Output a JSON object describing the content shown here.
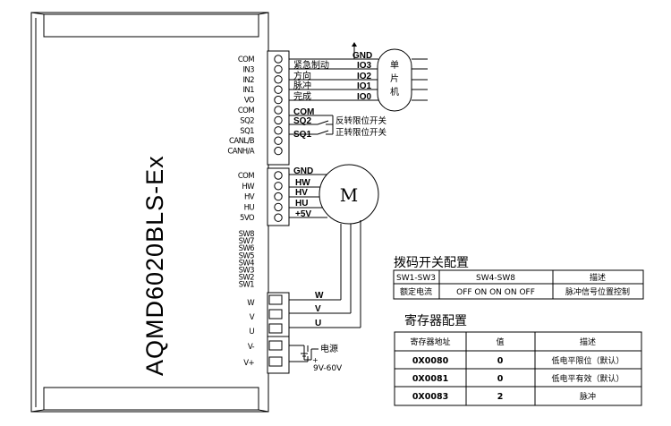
{
  "driver": {
    "model": "AQMD6020BLS-Ex",
    "terminals_top": [
      "COM",
      "IN3",
      "IN2",
      "IN1",
      "VO",
      "COM",
      "SQ2",
      "SQ1",
      "CANL/B",
      "CANH/A"
    ],
    "terminals_mid": [
      "COM",
      "HW",
      "HV",
      "HU",
      "5VO"
    ],
    "terminals_sw": [
      "SW8",
      "SW7",
      "SW6",
      "SW5",
      "SW4",
      "SW3",
      "SW2",
      "SW1"
    ],
    "terminals_bottom": [
      "W",
      "V",
      "U",
      "V-",
      "V+"
    ]
  },
  "io": {
    "gnd": "GND",
    "pins": [
      "IO3",
      "IO2",
      "IO1",
      "IO0"
    ],
    "functions": [
      "紧急制动",
      "方向",
      "脉冲",
      "完成"
    ],
    "mcu": [
      "单",
      "片",
      "机"
    ]
  },
  "limits": {
    "com": "COM",
    "sq2": "SQ2",
    "sq1": "SQ1",
    "sq2_desc": "反转限位开关",
    "sq1_desc": "正转限位开关"
  },
  "hall": {
    "pins": [
      "GND",
      "HW",
      "HV",
      "HU",
      "+5V"
    ],
    "motor": "M"
  },
  "phase": [
    "W",
    "V",
    "U"
  ],
  "power": {
    "label": "电源",
    "range": "9V-60V",
    "plus": "+",
    "minus": "-"
  },
  "dip_table": {
    "title": "拨码开关配置",
    "headers": [
      "SW1-SW3",
      "SW4-SW8",
      "描述"
    ],
    "row": [
      "额定电流",
      "OFF ON ON ON OFF",
      "脉冲信号位置控制"
    ]
  },
  "reg_table": {
    "title": "寄存器配置",
    "headers": [
      "寄存器地址",
      "值",
      "描述"
    ],
    "rows": [
      [
        "0X0080",
        "0",
        "低电平限位（默认）"
      ],
      [
        "0X0081",
        "0",
        "低电平有效（默认）"
      ],
      [
        "0X0083",
        "2",
        "脉冲"
      ]
    ]
  }
}
